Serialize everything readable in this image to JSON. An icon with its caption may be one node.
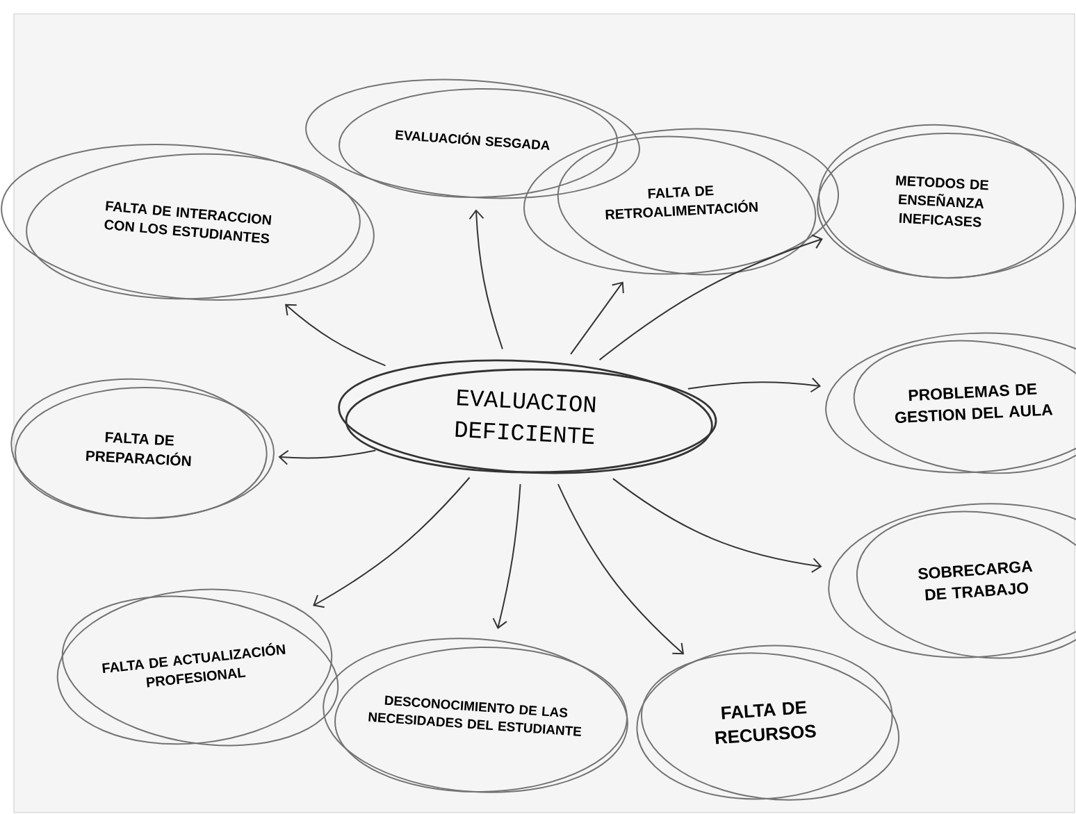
{
  "diagram": {
    "nodes": [
      {
        "text": [
          "EVALUACION DEFICIENTE"
        ]
      },
      {
        "text": [
          "EVALUACIÓN SESGADA"
        ]
      },
      {
        "text": [
          "FALTA DE INTERACCION CON LOS ESTUDIANTES"
        ]
      },
      {
        "text": [
          "FALTA DE RETROALIMENTACIÓN"
        ]
      },
      {
        "text": [
          "METODOS DE ENSEÑANZA INEFICASES"
        ]
      },
      {
        "text": [
          "PROBLEMAS DE GESTION DEL AULA"
        ]
      },
      {
        "text": [
          "FALTA DE PREPARACIÓN"
        ]
      },
      {
        "text": [
          "SOBRECARGA DE TRABAJO"
        ]
      },
      {
        "text": [
          "FALTA DE ACTUALIZACIÓN PROFESIONAL"
        ]
      },
      {
        "text": [
          "DESCONOCIMIENTO DE LAS NECESIDADES DEL ESTUDIANTE"
        ]
      },
      {
        "text": [
          "FALTA DE RECURSOS"
        ]
      }
    ],
    "edges": [
      {
        "from": 0,
        "to": 1,
        "arrow": "to"
      },
      {
        "from": 0,
        "to": 2,
        "arrow": "to"
      },
      {
        "from": 0,
        "to": 3,
        "arrow": "to"
      },
      {
        "from": 0,
        "to": 4,
        "arrow": "to"
      },
      {
        "from": 0,
        "to": 5,
        "arrow": "to"
      },
      {
        "from": 0,
        "to": 6,
        "arrow": "to"
      },
      {
        "from": 0,
        "to": 7,
        "arrow": "to"
      },
      {
        "from": 0,
        "to": 8,
        "arrow": "to"
      },
      {
        "from": 0,
        "to": 9,
        "arrow": "to"
      },
      {
        "from": 0,
        "to": 10,
        "arrow": "to"
      }
    ]
  }
}
